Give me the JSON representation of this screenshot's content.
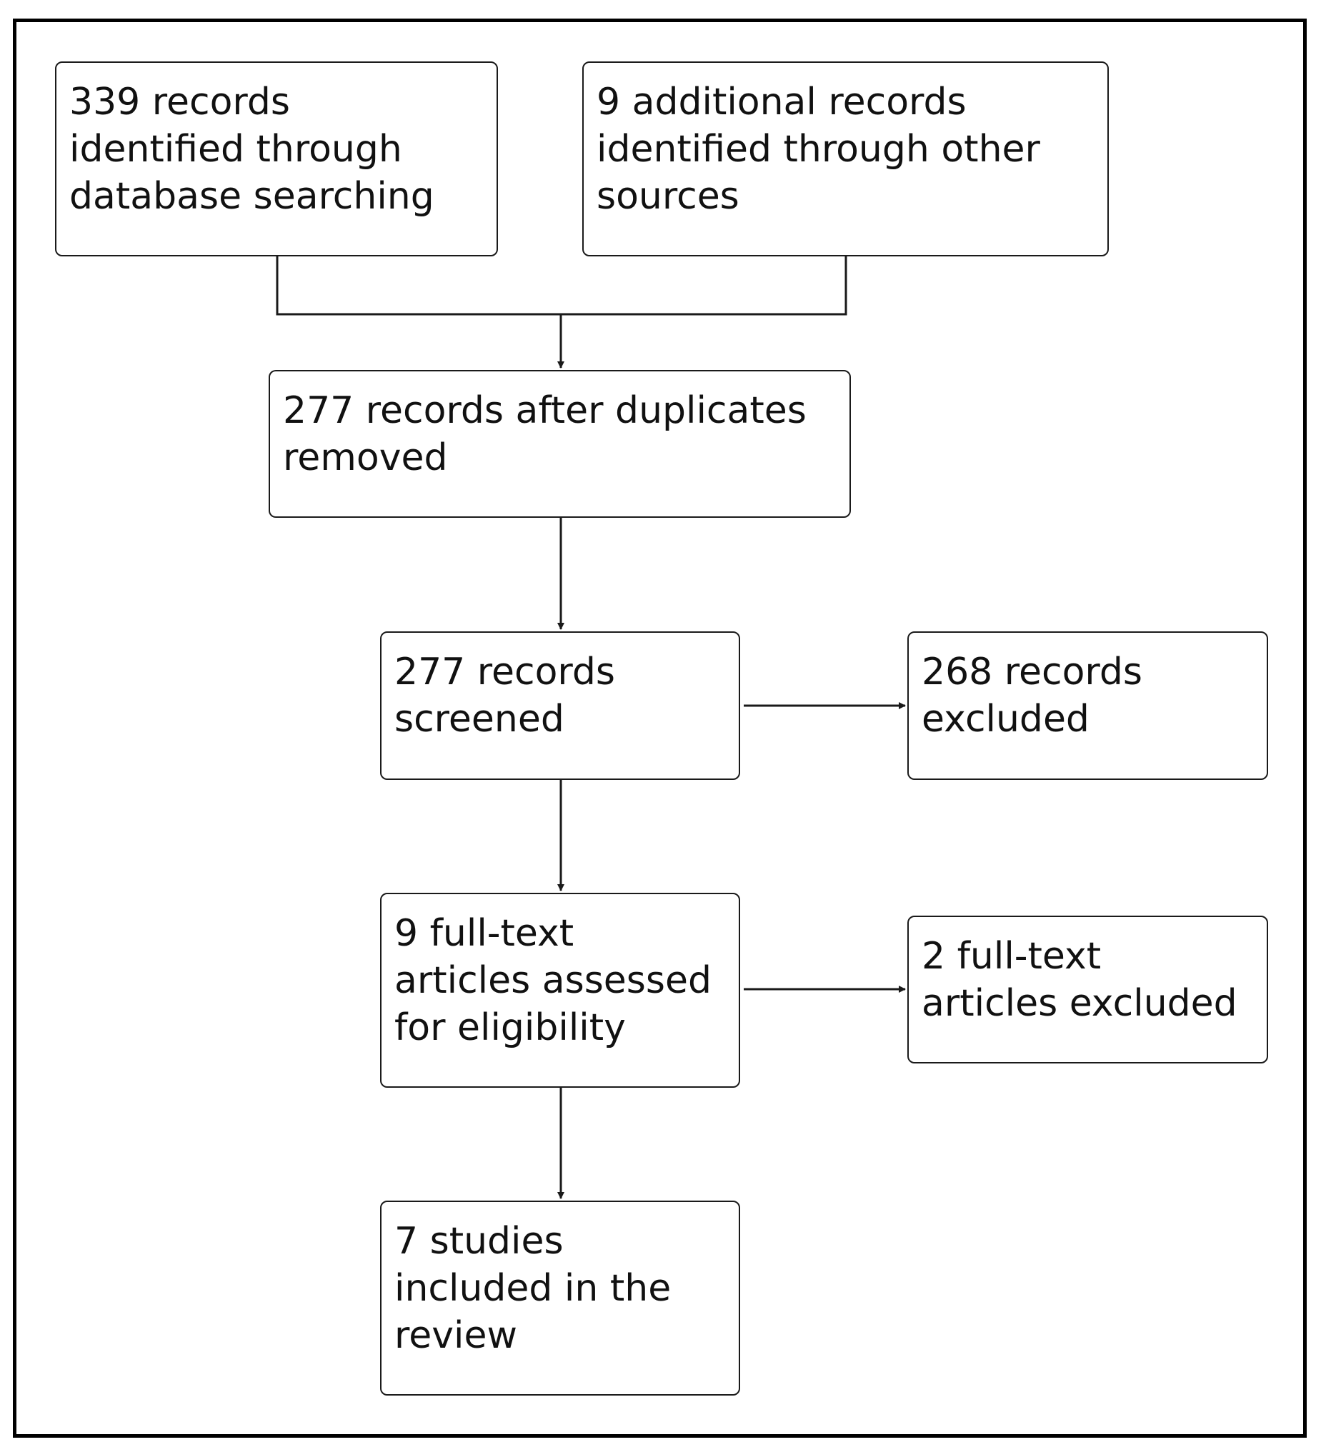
{
  "diagram": {
    "nodes": {
      "db_search": "339 records\nidentified through\ndatabase searching",
      "other_sources": "9 additional records\nidentified through other\nsources",
      "after_duplicates": "277 records after duplicates\nremoved",
      "screened": "277 records\nscreened",
      "excluded": "268 records\nexcluded",
      "full_text_assessed": "9 full-text\narticles assessed\nfor eligibility",
      "full_text_excluded": "2 full-text\narticles excluded",
      "included": "7 studies\nincluded in the\nreview"
    },
    "edges": [
      {
        "from": "db_search",
        "to": "after_duplicates"
      },
      {
        "from": "other_sources",
        "to": "after_duplicates"
      },
      {
        "from": "after_duplicates",
        "to": "screened"
      },
      {
        "from": "screened",
        "to": "excluded"
      },
      {
        "from": "screened",
        "to": "full_text_assessed"
      },
      {
        "from": "full_text_assessed",
        "to": "full_text_excluded"
      },
      {
        "from": "full_text_assessed",
        "to": "included"
      }
    ],
    "colors": {
      "line": "#1a1a1a",
      "frame": "#000000",
      "background": "#ffffff"
    }
  }
}
